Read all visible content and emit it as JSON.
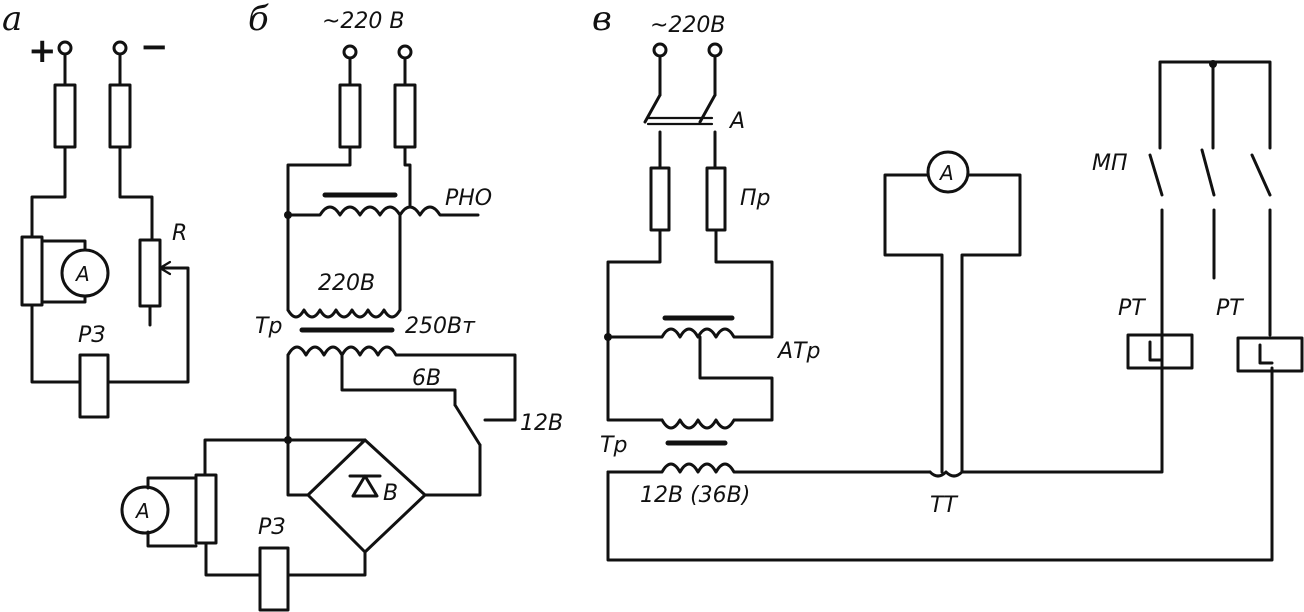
{
  "panel_a": {
    "letter": "а",
    "plus": "+",
    "minus": "−",
    "rheostat": "R",
    "ammeter": "A",
    "relay": "РЗ"
  },
  "panel_b": {
    "letter": "б",
    "supply": "~220 В",
    "regulator": "РНО",
    "primary_v": "220В",
    "transformer": "Тр",
    "power": "250Вт",
    "tap_6v": "6В",
    "tap_12v": "12В",
    "rectifier": "В",
    "ammeter": "A",
    "relay": "РЗ"
  },
  "panel_c": {
    "letter": "в",
    "supply": "~220В",
    "switch": "А",
    "fuses": "Пр",
    "autotransformer": "АТр",
    "transformer": "Тр",
    "secondary_v": "12В (36В)",
    "current_transformer": "ТТ",
    "ammeter": "A",
    "starter": "МП",
    "relay_1": "РТ",
    "relay_2": "РТ"
  }
}
